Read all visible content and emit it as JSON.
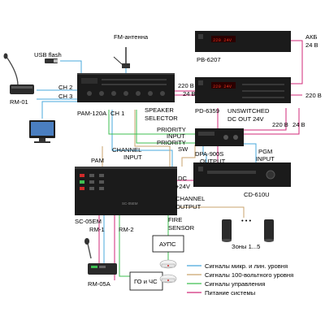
{
  "devices": {
    "rm01": "RM-01",
    "usb": "USB flash",
    "pc": "",
    "fm": "FM-антенна",
    "pam": "PAM-120A",
    "pb": "PB-6207",
    "pd": "PD-6359",
    "dpa": "DPA-900S",
    "cd": "CD-610U",
    "sc": "SC-05EM",
    "rm05": "RM-05A",
    "aups": "АУПС",
    "go": "ГО и ЧС",
    "zones": "Зоны 1...5",
    "zones_dots": "• • •"
  },
  "labels": {
    "akb_1": "АКБ",
    "akb_2": "24 В",
    "v220_pam": "220 В",
    "v24_pam": "24 В",
    "v220_right": "220 В",
    "v220_dpa": "220 В",
    "v24_dpa": "24 В",
    "ch2": "CH 2",
    "ch3": "CH 3",
    "ch1": "CH 1",
    "speaker_selector_1": "SPEAKER",
    "speaker_selector_2": "SELECTOR",
    "unswitched_1": "UNSWITCHED",
    "unswitched_2": "DC OUT 24V",
    "priority_input_1": "PRIORITY",
    "priority_input_2": "INPUT",
    "priority_sw_1": "PRIORITY",
    "priority_sw_2": "SW",
    "channel_input_1": "CHANNEL",
    "channel_input_2": "INPUT",
    "pam": "PAM",
    "output": "OUTPUT",
    "pgm_input_1": "PGM",
    "pgm_input_2": "INPUT",
    "dc24_1": "DC",
    "dc24_2": "+24V",
    "channel_output_1": "CHANNEL",
    "channel_output_2": "OUTPUT",
    "rm1": "RM-1",
    "rm2": "RM-2",
    "fire_sensor_1": "FIRE",
    "fire_sensor_2": "SENSOR"
  },
  "panel_text": {
    "pb_display": "220 24V",
    "pd_display": "220 24V",
    "sc_brand": "SC-05EM"
  },
  "legend": [
    {
      "color": "#48a8dc",
      "label": "Сигналы микр. и лин. уровня"
    },
    {
      "color": "#c9a36c",
      "label": "Сигналы 100-вольтного уровня"
    },
    {
      "color": "#3fbf52",
      "label": "Сигналы управления"
    },
    {
      "color": "#d02a7a",
      "label": "Питание системы"
    }
  ],
  "colors": {
    "signal_blue": "#48a8dc",
    "signal_tan": "#c9a36c",
    "control_green": "#3fbf52",
    "power_pink": "#d02a7a",
    "rack_black": "#1b1b1b",
    "display_red": "#e0301e"
  }
}
